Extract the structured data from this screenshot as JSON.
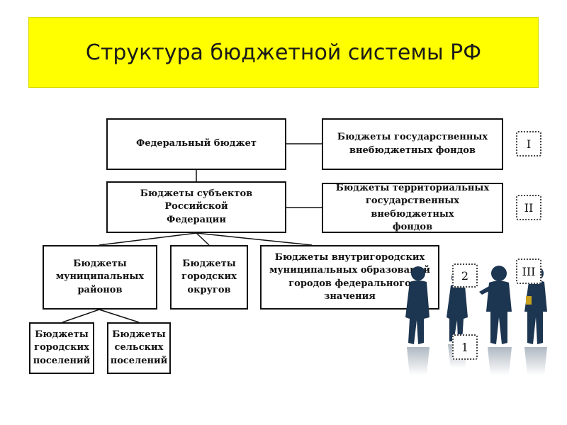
{
  "title": "Структура бюджетной системы РФ",
  "boxes": {
    "federal": "Федеральный бюджет",
    "federal_funds": "Бюджеты государственных\nвнебюджетных фондов",
    "subjects": "Бюджеты субъектов Российской\nФедерации",
    "territorial_funds": "Бюджеты территориальных\nгосударственных внебюджетных\nфондов",
    "municipal_districts": "Бюджеты\nмуниципальных\nрайонов",
    "city_districts": "Бюджеты\nгородских\nокругов",
    "intracity": "Бюджеты внутригородских\nмуниципальных образований\nгородов федерального\nзначения",
    "urban_settlements": "Бюджеты\nгородских\nпоселений",
    "rural_settlements": "Бюджеты\nсельских\nпоселений"
  },
  "markers": {
    "level_1": "I",
    "level_2": "II",
    "level_3": "III",
    "sub_2": "2",
    "sub_1": "1"
  },
  "colors": {
    "banner": "#ffff00",
    "silhouettes": "#1c3550"
  }
}
